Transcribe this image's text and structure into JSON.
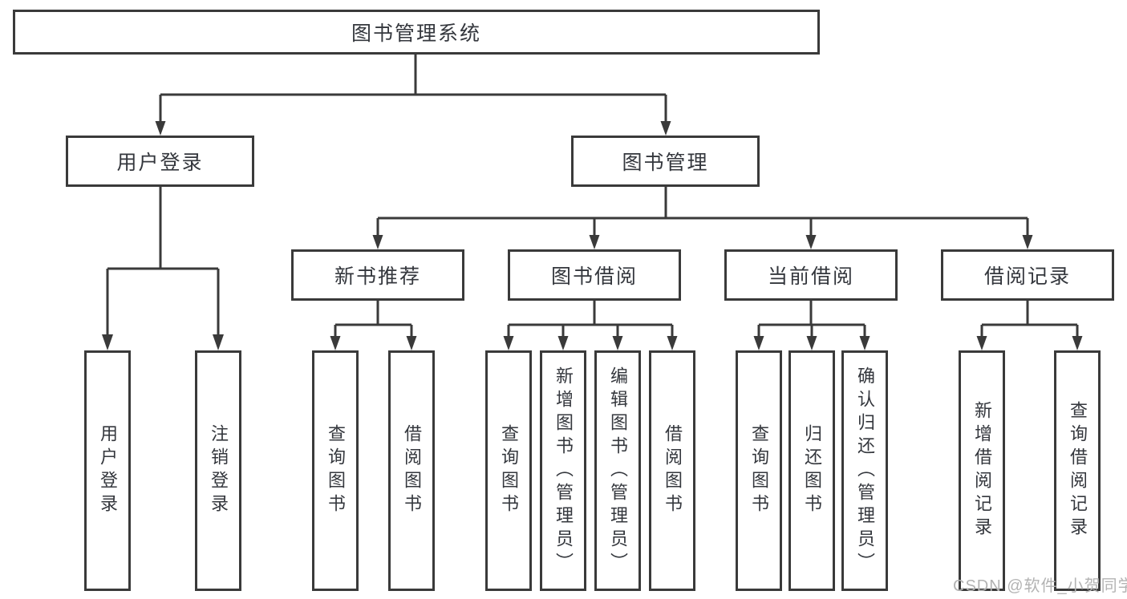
{
  "diagram": {
    "root": {
      "label": "图书管理系统"
    },
    "level2": [
      {
        "label": "用户登录"
      },
      {
        "label": "图书管理"
      }
    ],
    "level3": [
      {
        "label": "新书推荐"
      },
      {
        "label": "图书借阅"
      },
      {
        "label": "当前借阅"
      },
      {
        "label": "借阅记录"
      }
    ],
    "leaves": {
      "user_login": [
        "用户登录",
        "注销登录"
      ],
      "new_book": [
        "查询图书",
        "借阅图书"
      ],
      "book_borrow": [
        "查询图书",
        "新增图书（管理员）",
        "编辑图书（管理员）",
        "借阅图书"
      ],
      "current_borrow": [
        "查询图书",
        "归还图书",
        "确认归还（管理员）"
      ],
      "borrow_records": [
        "新增借阅记录",
        "查询借阅记录"
      ]
    }
  },
  "watermark": {
    "text": "CSDN @软件_小贺同学"
  },
  "colors": {
    "line": "#3a3a3a",
    "text": "#34373d",
    "watermark": "#b3b3b3",
    "background": "#ffffff"
  }
}
